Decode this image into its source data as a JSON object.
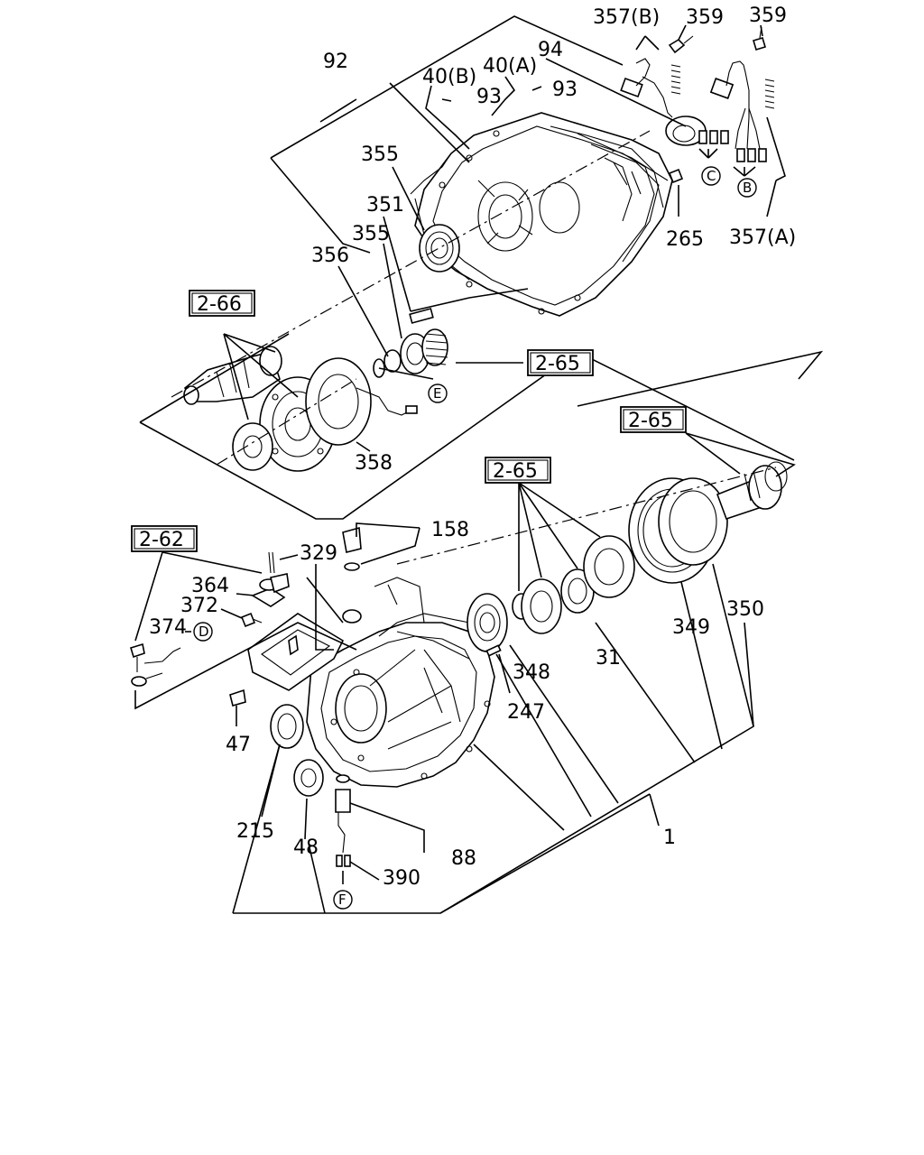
{
  "callouts": {
    "c357b": "357(B)",
    "c359a": "359",
    "c359b": "359",
    "c92": "92",
    "c94": "94",
    "c40b": "40(B)",
    "c40a": "40(A)",
    "c93a": "93",
    "c93b": "93",
    "c355a": "355",
    "c351": "351",
    "c355b": "355",
    "c356": "356",
    "c265": "265",
    "c357a": "357(A)",
    "c358": "358",
    "c158": "158",
    "c329": "329",
    "c364": "364",
    "c372": "372",
    "c374": "374",
    "c47": "47",
    "c215": "215",
    "c48": "48",
    "c88": "88",
    "c390": "390",
    "c348": "348",
    "c247": "247",
    "c31": "31",
    "c349": "349",
    "c350": "350",
    "c1": "1"
  },
  "ref_boxes": {
    "r266": "2-66",
    "r265a": "2-65",
    "r265b": "2-65",
    "r265c": "2-65",
    "r262": "2-62"
  },
  "connectors": {
    "B": "B",
    "C": "C",
    "D": "D",
    "E": "E",
    "F": "F"
  }
}
